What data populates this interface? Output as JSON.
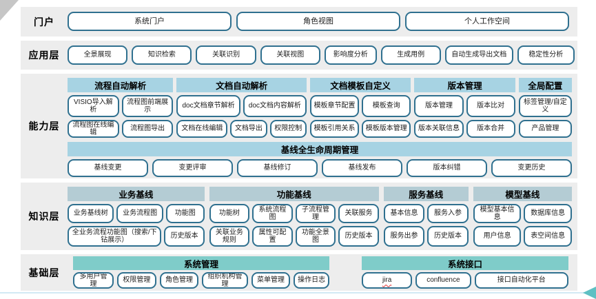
{
  "colors": {
    "band_background": "#ededed",
    "capability_header_blue": "#a7d3e3",
    "knowledge_header_gray_blue": "#b4ccd4",
    "foundation_header_teal": "#7fccc9",
    "box_border": "#2f708f",
    "bottom_line_blue": "#d2e9f4",
    "arrow_teal": "#5fc0c3",
    "jira_spellcheck_red": "#e03131"
  },
  "portal": {
    "label": "门户",
    "items": [
      "系统门户",
      "角色视图",
      "个人工作空间"
    ]
  },
  "application": {
    "label": "应用层",
    "items": [
      "全景展现",
      "知识检索",
      "关联识别",
      "关联视图",
      "影响度分析",
      "生成用例",
      "自动生成导出文档",
      "稳定性分析"
    ]
  },
  "capability": {
    "label": "能力层",
    "groups": [
      {
        "title": "流程自动解析",
        "rows": [
          [
            "VISIO导入解析",
            "流程图前端展示"
          ],
          [
            "流程图在线编辑",
            "流程图导出"
          ]
        ]
      },
      {
        "title": "文档自动解析",
        "rows": [
          [
            "doc文档章节解析",
            "doc文档内容解析"
          ],
          [
            "文档在线编辑",
            "文档导出",
            "权限控制"
          ]
        ]
      },
      {
        "title": "文档模板自定义",
        "rows": [
          [
            "模板章节配置",
            "模板查询"
          ],
          [
            "模板引用关系",
            "模板版本管理"
          ]
        ]
      },
      {
        "title": "版本管理",
        "rows": [
          [
            "版本管理",
            "版本比对"
          ],
          [
            "版本关联信息",
            "版本合并"
          ]
        ]
      },
      {
        "title": "全局配置",
        "rows": [
          [
            "标签管理/自定义"
          ],
          [
            "产品管理"
          ]
        ]
      }
    ],
    "baseline": {
      "title": "基线全生命周期管理",
      "items": [
        "基线变更",
        "变更评审",
        "基线修订",
        "基线发布",
        "版本纠错",
        "变更历史"
      ]
    }
  },
  "knowledge": {
    "label": "知识层",
    "groups": [
      {
        "title": "业务基线",
        "rows": [
          [
            "业务基线树",
            "业务流程图",
            "功能图"
          ],
          [
            "全业务流程功能图（搜索/下钻展示）",
            "历史版本"
          ]
        ]
      },
      {
        "title": "功能基线",
        "rows": [
          [
            "功能树",
            "系统流程图",
            "子流程管理",
            "关联服务"
          ],
          [
            "关联业务规则",
            "属性可配置",
            "功能全景图",
            "历史版本"
          ]
        ]
      },
      {
        "title": "服务基线",
        "rows": [
          [
            "基本信息",
            "服务入参"
          ],
          [
            "服务出参",
            "历史版本"
          ]
        ]
      },
      {
        "title": "模型基线",
        "rows": [
          [
            "模型基本信息",
            "数据库信息"
          ],
          [
            "用户信息",
            "表空间信息"
          ]
        ]
      }
    ]
  },
  "foundation": {
    "label": "基础层",
    "groups": [
      {
        "title": "系统管理",
        "items": [
          "多用户管理",
          "权限管理",
          "角色管理",
          "组织机构管理",
          "菜单管理",
          "操作日志"
        ]
      },
      {
        "title": "系统接口",
        "items": [
          "jira",
          "confluence",
          "接口自动化平台"
        ]
      }
    ]
  }
}
